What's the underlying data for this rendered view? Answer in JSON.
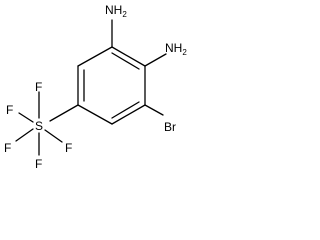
{
  "molecule": {
    "substituents": {
      "amine_1": {
        "symbol": "NH",
        "count": "2"
      },
      "amine_2": {
        "symbol": "NH",
        "count": "2"
      },
      "bromine": "Br",
      "sulfur": "S",
      "fluorine": [
        "F",
        "F",
        "F",
        "F",
        "F"
      ]
    }
  }
}
